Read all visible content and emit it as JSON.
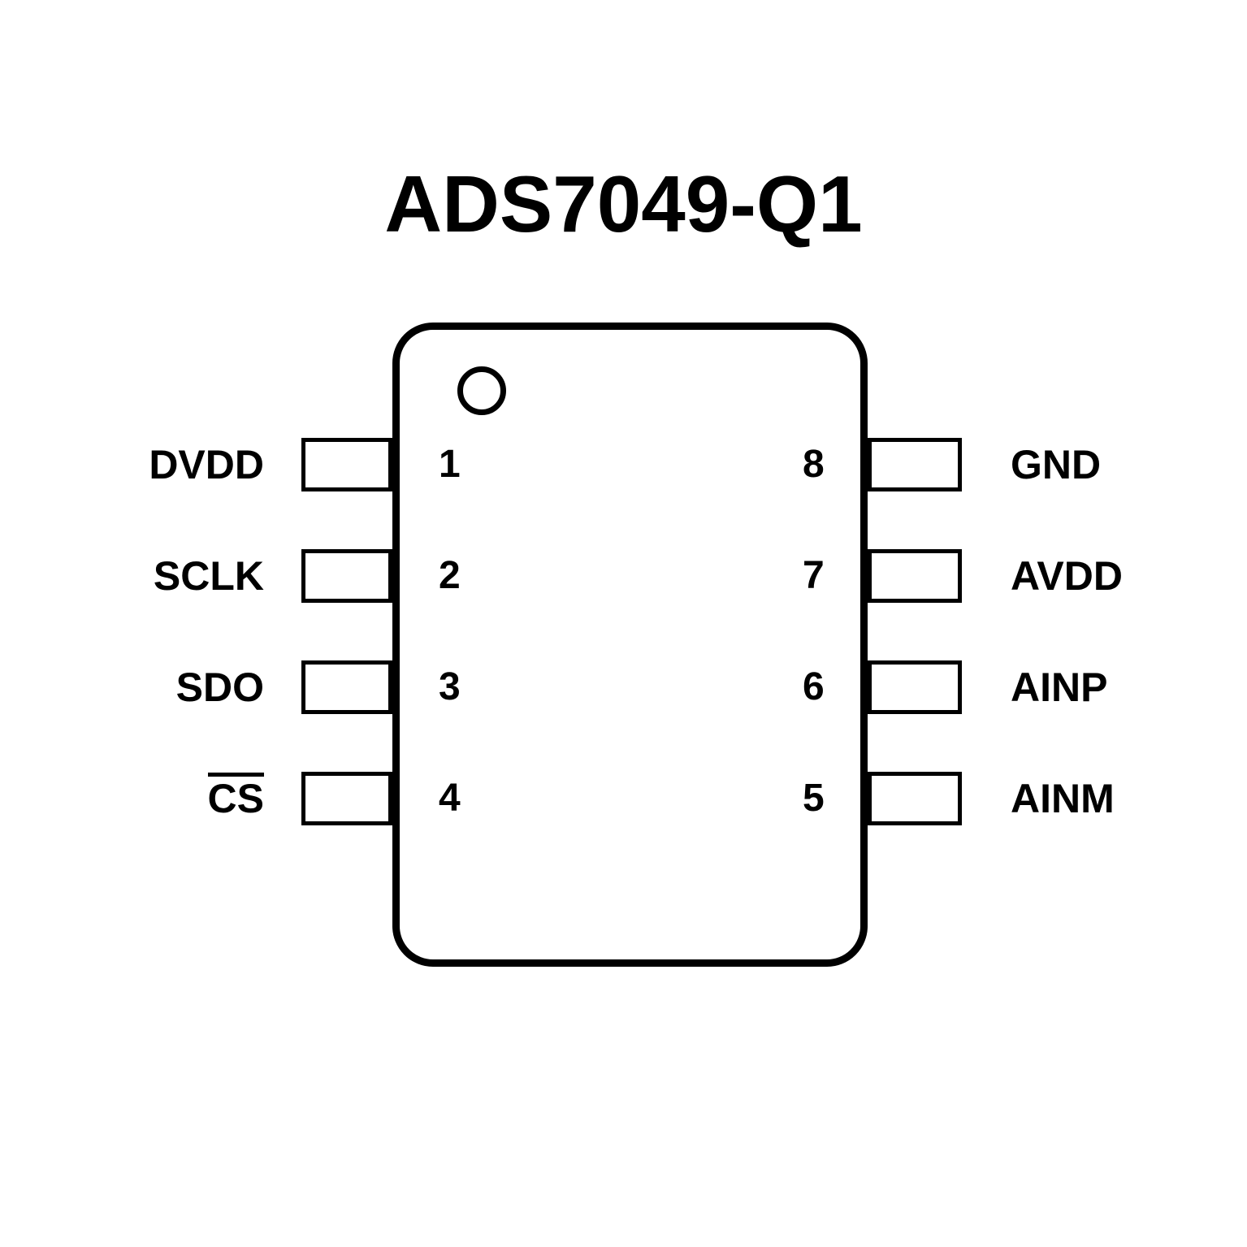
{
  "title": "ADS7049-Q1",
  "colors": {
    "stroke": "#000000",
    "background": "#ffffff"
  },
  "pins": {
    "left": [
      {
        "number": "1",
        "label": "DVDD",
        "overline": false
      },
      {
        "number": "2",
        "label": "SCLK",
        "overline": false
      },
      {
        "number": "3",
        "label": "SDO",
        "overline": false
      },
      {
        "number": "4",
        "label": "CS",
        "overline": true
      }
    ],
    "right": [
      {
        "number": "8",
        "label": "GND",
        "overline": false
      },
      {
        "number": "7",
        "label": "AVDD",
        "overline": false
      },
      {
        "number": "6",
        "label": "AINP",
        "overline": false
      },
      {
        "number": "5",
        "label": "AINM",
        "overline": false
      }
    ]
  }
}
